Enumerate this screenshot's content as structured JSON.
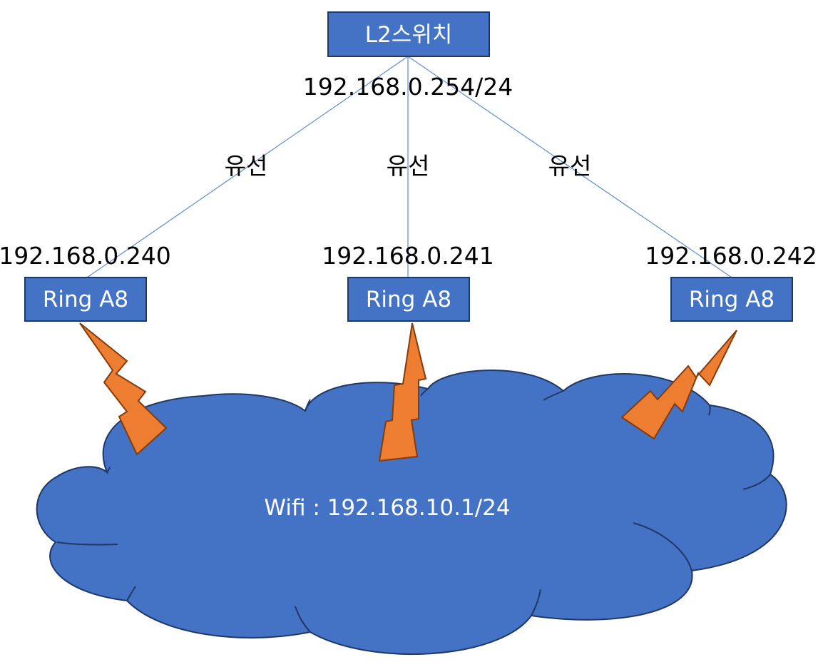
{
  "colors": {
    "box_fill": "#4472C4",
    "box_stroke": "#1F3864",
    "link_line": "#5B8BD0",
    "cloud_fill": "#4472C4",
    "cloud_stroke": "#1F3864",
    "bolt_fill": "#ED7D31",
    "bolt_stroke": "#843C0C"
  },
  "switch": {
    "label": "L2스위치",
    "ip": "192.168.0.254/24"
  },
  "links": [
    {
      "label": "유선"
    },
    {
      "label": "유선"
    },
    {
      "label": "유선"
    }
  ],
  "nodes": [
    {
      "label": "Ring A8",
      "ip": "192.168.0.240"
    },
    {
      "label": "Ring A8",
      "ip": "192.168.0.241"
    },
    {
      "label": "Ring A8",
      "ip": "192.168.0.242"
    }
  ],
  "cloud": {
    "label": "Wifi : 192.168.10.1/24"
  }
}
